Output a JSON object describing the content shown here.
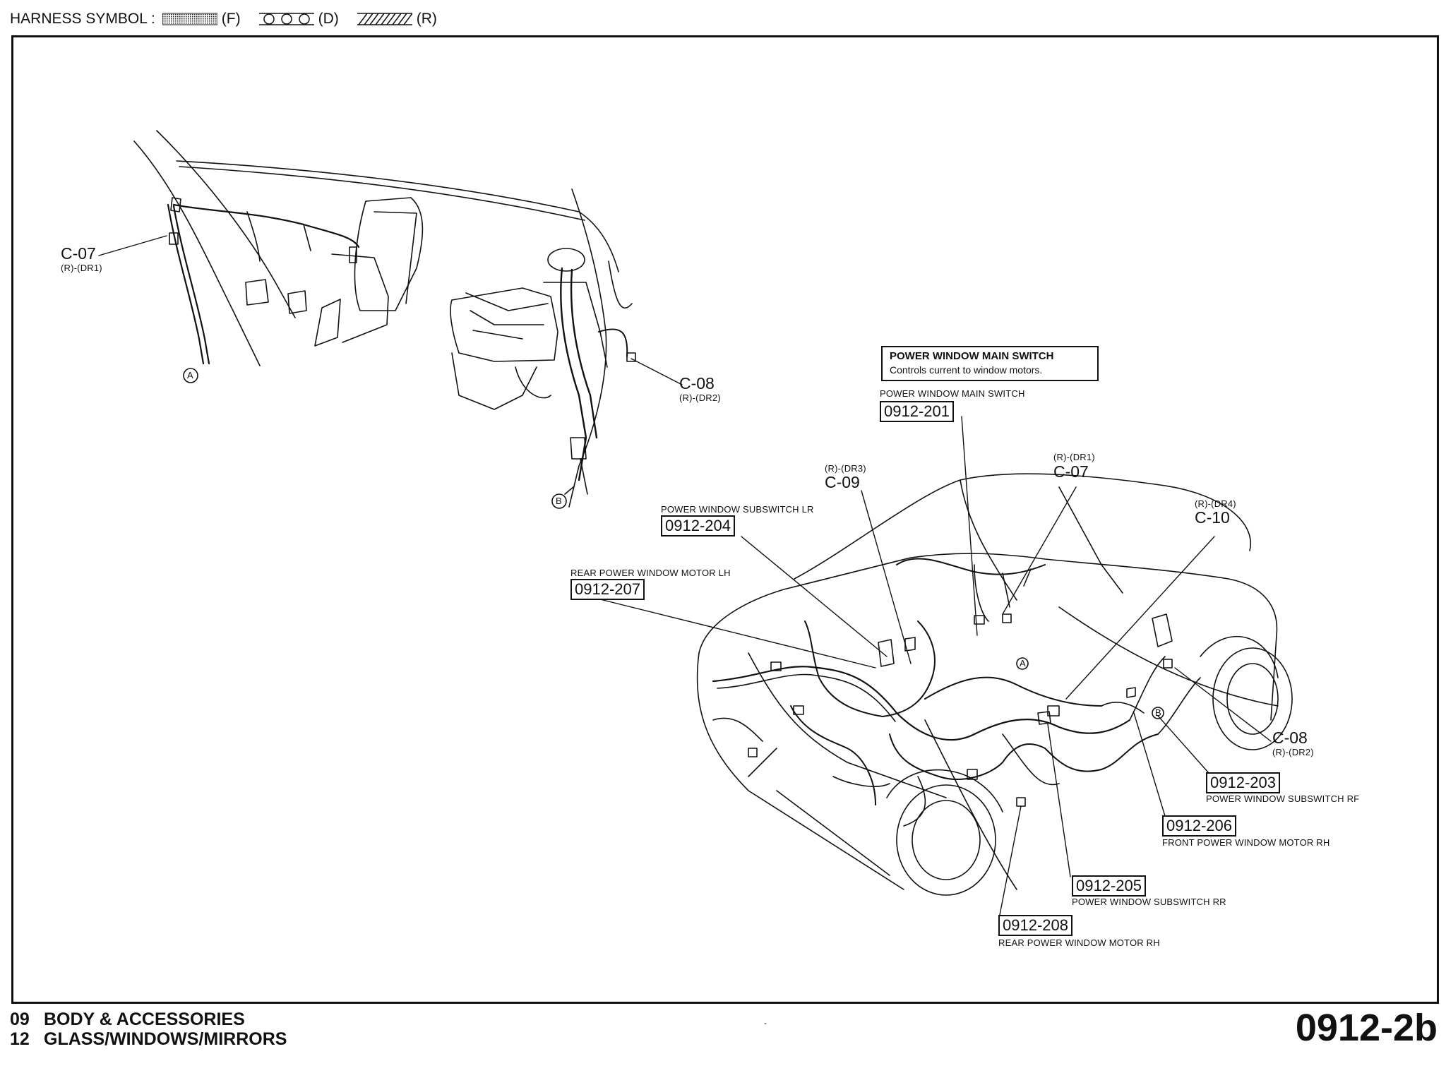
{
  "legend": {
    "label": "HARNESS SYMBOL :",
    "items": [
      {
        "code": "(F)",
        "pattern": "dotted"
      },
      {
        "code": "(D)",
        "pattern": "circles"
      },
      {
        "code": "(R)",
        "pattern": "hatched"
      }
    ]
  },
  "top_view": {
    "c07": {
      "code": "C-07",
      "sub": "(R)-(DR1)"
    },
    "c08": {
      "code": "C-08",
      "sub": "(R)-(DR2)"
    },
    "point_a": "A",
    "point_b": "B"
  },
  "callout": {
    "title": "POWER WINDOW MAIN SWITCH",
    "desc": "Controls current to window motors."
  },
  "components": [
    {
      "id": "0912-201",
      "name": "POWER WINDOW MAIN SWITCH"
    },
    {
      "id": "0912-204",
      "name": "POWER WINDOW SUBSWITCH LR"
    },
    {
      "id": "0912-207",
      "name": "REAR POWER WINDOW MOTOR LH"
    },
    {
      "id": "0912-203",
      "name": "POWER WINDOW SUBSWITCH RF"
    },
    {
      "id": "0912-206",
      "name": "FRONT POWER WINDOW MOTOR RH"
    },
    {
      "id": "0912-205",
      "name": "POWER WINDOW SUBSWITCH RR"
    },
    {
      "id": "0912-208",
      "name": "REAR POWER WINDOW MOTOR RH"
    }
  ],
  "car_connectors": {
    "c09": {
      "code": "C-09",
      "sub": "(R)-(DR3)"
    },
    "c07": {
      "code": "C-07",
      "sub": "(R)-(DR1)"
    },
    "c10": {
      "code": "C-10",
      "sub": "(R)-(DR4)"
    },
    "c08": {
      "code": "C-08",
      "sub": "(R)-(DR2)"
    },
    "point_a": "A",
    "point_b": "B"
  },
  "footer": {
    "line1_num": "09",
    "line1_text": "BODY & ACCESSORIES",
    "line2_num": "12",
    "line2_text": "GLASS/WINDOWS/MIRRORS",
    "page": "0912-2b",
    "mark": "-"
  },
  "colors": {
    "ink": "#111111",
    "paper": "#ffffff"
  }
}
